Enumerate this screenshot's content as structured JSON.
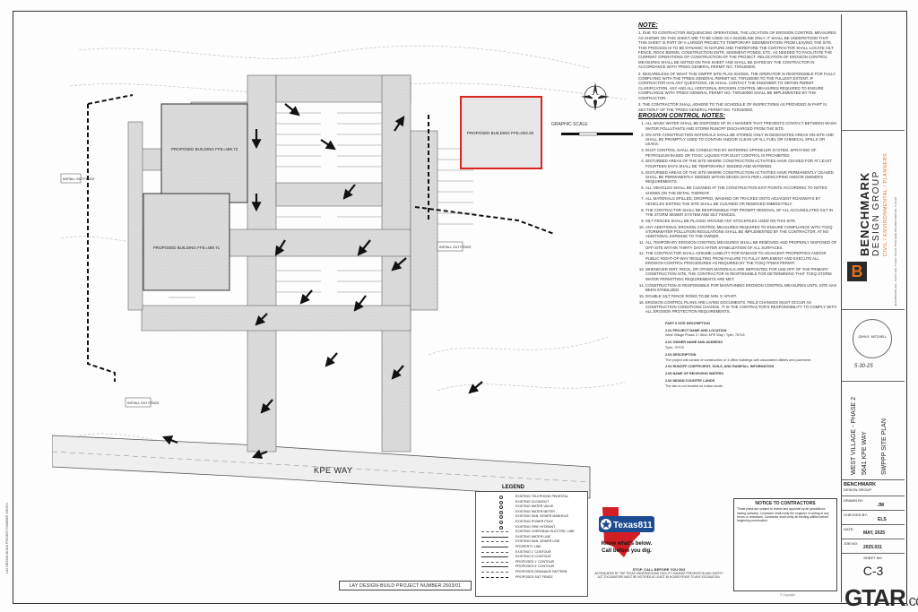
{
  "notes": {
    "header": "NOTE:",
    "note_1": "1. DUE TO CONTRACTOR SEQUENCING OPERATIONS, THE LOCATION OF EROSION CONTROL MEASURES AS SHOWN ON THIS SHEET ARE TO BE USED AS A GUIDELINE ONLY. IT SHALL BE UNDERSTOOD THAT THIS SHEET IS PART OF A LARGER PROJECT'S TEMPORARY SEDIMENTATION FROM LEAVING THE SITE. THIS PROCESS IS TO BE DYNAMIC IN NATURE AND THEREFORE THE CONTRACTOR SHALL LOCATE SILT FENCE, ROCK BERMS, CONSTRUCTION ENTR, SEDIMENT PONDS, ETC. AS NEEDED TO FACILITATE THE CURRENT OPERATIONS OF CONSTRUCTION OF THE PROJECT. RELOCATION OF EROSION CONTROL MEASURES SHALL BE NOTED ON THIS SHEET AND SHALL BE DATED BY THE CONTRACTOR IN ACCORDANCE WITH TPDES GENERAL PERMIT NO. TXR150000.",
    "note_2": "2. REGARDLESS OF WHAT THIS SWPPP SITE PLAN SHOWS, THE OPERATOR IS RESPONSIBLE FOR FULLY COMPLYING WITH THE TPDES GENERAL PERMIT NO. TXR150000 TO THE FULLEST EXTENT. IF CONTRACTOR HAS ANY QUESTIONS, HE SHALL CONTACT THE ENGINEER TO OBTAIN PERMIT CLARIFICATION. ANY AND ALL ADDITIONAL EROSION CONTROL MEASURES REQUIRED TO ENSURE COMPLIANCE WITH TPDES GENERAL PERMIT NO. TXR150000 SHALL BE IMPLEMENTED BY THE CONTRACTOR.",
    "note_3": "3. THE CONTRACTOR SHALL ADHERE TO THE SCHEDULE OF INSPECTIONS AS PROVIDED IN PART III, SECTION F OF THE TPDES GENERAL PERMIT NO. TXR150000.",
    "erosion_title": "EROSION CONTROL NOTES:",
    "erosion_items": [
      "ALL WASH WATER SHALL BE DISPOSED OF IN A MANNER THAT PREVENTS CONTACT BETWEEN WASH WATER POLLUTANTS AND STORM RUNOFF DISCHARGED FROM THE SITE.",
      "ON-SITE CONSTRUCTION MATERIALS SHALL BE STORED ONLY IN DESIGNATED AREAS ON-SITE AND SHALL BE PROMPTLY USED TO CONTAIN AND/OR CLEAN UP ALL FUEL OR CHEMICAL SPILLS OR LEAKS.",
      "DUST CONTROL SHALL BE CONDUCTED BY WATERING SPRINKLER SYSTEM. SPRAYING OF PETROLEUM BASED OR TOXIC LIQUIDS FOR DUST CONTROL IS PROHIBITED.",
      "DISTURBED AREAS OF THE SITE WHERE CONSTRUCTION ACTIVITIES HAVE CEASED FOR AT LEAST FOURTEEN DAYS SHALL BE TEMPORARILY SEEDED AND WATERED.",
      "DISTURBED AREAS OF THE SITE WHERE CONSTRUCTION ACTIVITIES HAVE PERMANENTLY CEASED SHALL BE PERMANENTLY SEEDED WITHIN SEVEN DAYS PER LANDSCAPING AND/OR OWNER'S REQUIREMENTS.",
      "ALL VEHICLES SHALL BE CLEANED AT THE CONSTRUCTION EXIT POINTS ACCORDING TO NOTES SHOWN ON THE DETAIL THEREOF.",
      "ALL MATERIALS SPILLED, DROPPED, WASHED OR TRACKED ONTO ADJACENT ROADWAYS BY VEHICLES EXITING THE SITE SHALL BE CLEANED OR REMOVED IMMEDIATELY.",
      "THE CONTRACTOR SHALL BE RESPONSIBLE FOR PROMPT REMOVAL OF ALL ACCUMULATED SILT IN THE STORM SEWER SYSTEM AND SILT FENCES.",
      "SILT FENCES SHALL BE PLACED AROUND ANY STOCKPILES USED ON THIS SITE.",
      "ANY ADDITIONAL EROSION CONTROL MEASURES REQUIRED TO ENSURE COMPLIANCE WITH TCEQ STORMWATER POLLUTION REGULATIONS SHALL BE IMPLEMENTED BY THE CONTRACTOR, AT NO ADDITIONAL EXPENSE TO THE OWNER.",
      "ALL TEMPORARY EROSION CONTROL MEASURES SHALL BE REMOVED AND PROPERLY DISPOSED OF OFF-SITE WITHIN THIRTY DAYS AFTER STABILIZATION OF ALL SURFACES.",
      "THE CONTRACTOR SHALL ASSUME LIABILITY FOR DAMAGE TO ADJACENT PROPERTIES AND/OR PUBLIC RIGHT-OF-WAY RESULTING FROM FAILURE TO FULLY IMPLEMENT AND EXECUTE ALL EROSION CONTROL PROCEDURES AS REQUIRED BY THE TCEQ TPDES PERMIT.",
      "WHENEVER DIRT, ROCK, OR OTHER MATERIALS ARE DEPOSITED FOR USE OFF OF THE PRIMARY CONSTRUCTION SITE, THE CONTRACTOR IS RESPONSIBLE FOR DETERMINING THAT TCEQ STORM WATER PERMITTING REQUIREMENTS ARE MET.",
      "CONSTRUCTION IS RESPONSIBLE FOR MAINTAINING EROSION CONTROL MEASURES UNTIL SITE HAS BEEN STABILIZED.",
      "DOUBLE SILT FENCE ROWS TO BE MIN. 5' APART.",
      "EROSION CONTROL PLANS ARE LIVING DOCUMENTS. FIELD CHANGES MUST OCCUR AS CONSTRUCTION CONDITIONS CHANGE. IT IS THE CONTRACTOR'S RESPONSIBILITY TO COMPLY WITH ALL EROSION PROTECTION REQUIREMENTS."
    ]
  },
  "site_info": {
    "part": "PART II   SITE DESCRIPTION",
    "project_name_hd": "2.01  PROJECT NAME AND LOCATION",
    "project_name": "West Village Phase 2 / 5641 KPE Way / Tyler, 75703",
    "owner_hd": "2.02  OWNER NAME AND ADDRESS",
    "owner": "Tyler, 75703",
    "description_hd": "2.03  DESCRIPTION",
    "description": "The project will consist of construction of 4 office buildings with associated utilities and pavement.",
    "runoff_hd": "2.04  RUNOFF COEFFICIENT, SOILS, AND RAINFALL INFORMATION",
    "waters_hd": "2.05  NAME OF RECEIVING WATERS",
    "indian_hd": "2.06  INDIAN COUNTRY LANDS",
    "indian": "The site is not located on Indian lands."
  },
  "drawing": {
    "buildings": [
      "PROPOSED BUILDING FFE=489.73",
      "PROPOSED BUILDING FFE=489.71",
      "PROPOSED BUILDING FFE=502.00"
    ],
    "silt_fence_label": "INSTALL SILT FENCE",
    "street": "KPE WAY",
    "graphic_scale": "GRAPHIC SCALE",
    "legend_title": "LEGEND"
  },
  "legend": {
    "items": [
      "EXISTING TELEPHONE PEDESTAL",
      "EXISTING CLEANOUT",
      "EXISTING WATER VALVE",
      "EXISTING WATER METER",
      "EXISTING SAN. SEWER MANHOLE",
      "EXISTING POWER POLE",
      "EXISTING FIRE HYDRANT",
      "EXISTING OVERHEAD ELECTRIC LINE",
      "EXISTING WATER LINE",
      "EXISTING SAN. SEWER LINE",
      "PROPERTY LINE",
      "EXISTING 1' CONTOUR",
      "EXISTING 5' CONTOUR",
      "PROPOSED 1' CONTOUR",
      "PROPOSED 5' CONTOUR",
      "PROPOSED DRAINAGE PATTERN",
      "PROPOSED SILT FENCE"
    ]
  },
  "texas811": {
    "brand": "Texas811",
    "tag1": "Know what's below.",
    "tag2": "Call before you dig.",
    "stop": "STOP.  CALL BEFORE YOU DIG",
    "fine": "AS REQUIRED BY THE TEXAS UNDERGROUND FACILITY DAMAGE PREVENTION AND SAFETY ACT, EXCAVATORS MUST BE NOTIFIED AT LEAST 48 HOURS PRIOR TO ANY EXCAVATION."
  },
  "contractors": {
    "title": "NOTICE TO CONTRACTORS",
    "body": "These plans are subject to review and approval by all jurisdictions having authority. Contractor shall notify the engineer in writing of any errors or omissions. Contractor shall verify all existing utilities before beginning construction."
  },
  "project_number": "LAY DESIGN-BUILD PROJECT NUMBER 2503/01",
  "titleblock": {
    "firm_1": "BENCHMARK",
    "firm_2": "DESIGN GROUP",
    "firm_sub": "CIVIL / ENVIRONMENTAL / PLANNERS",
    "firm_addr": "3910 BROWN HILL, SUITE 100, TYLER, TEXAS 75703  (903) 581-0000  FIRM NO. F-10136",
    "engineer": "JOHN E. MITCHELL",
    "seal_date": "5-30-25",
    "project_1": "WEST VILLAGE - PHASE 2",
    "project_2": "5641 KPE WAY",
    "sheet_title": "SWPPP SITE PLAN",
    "tb_brand": "BENCHMARK",
    "tb_brand_sub": "DESIGN GROUP",
    "drawn_by_lbl": "DRAWN BY:",
    "drawn_by": "JM",
    "checked_by_lbl": "CHECKED BY:",
    "checked_by": "ELS",
    "date_lbl": "DATE:",
    "date": "MAY, 2025",
    "job_lbl": "JOB NO:",
    "job": "2025.031",
    "sheet_lbl": "SHEET NO.",
    "sheet": "C-3"
  },
  "watermark": {
    "gtar": "GTAR",
    "com": ".com",
    "copyright": "© Copyright"
  },
  "colors": {
    "line": "#333333",
    "pavement": "#d9d9d9",
    "highlight": "#d9251d",
    "brand_orange": "#e07020",
    "tx_blue": "#1c4b8f",
    "tx_red": "#d21f26"
  }
}
